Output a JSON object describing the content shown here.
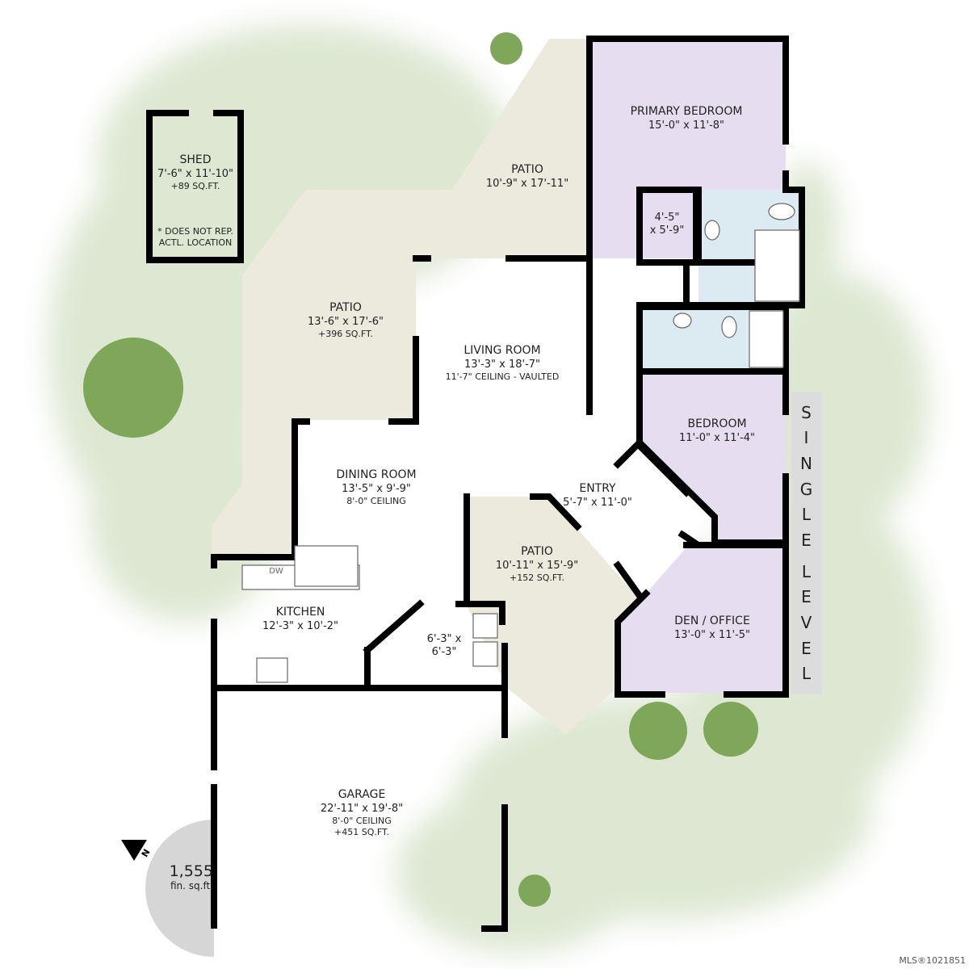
{
  "rooms": {
    "primary_bedroom": {
      "name": "PRIMARY BEDROOM",
      "dims": "15'-0\" x 11'-8\""
    },
    "bath_closet": {
      "dims_a": "4'-5\"",
      "dims_b": "x 5'-9\""
    },
    "patio_top": {
      "name": "PATIO",
      "dims": "10'-9\" x 17'-11\""
    },
    "patio_left": {
      "name": "PATIO",
      "dims": "13'-6\" x 17'-6\"",
      "area": "+396 SQ.FT."
    },
    "living_room": {
      "name": "LIVING ROOM",
      "dims": "13'-3\" x 18'-7\"",
      "ceiling": "11'-7\" CEILING - VAULTED"
    },
    "dining_room": {
      "name": "DINING ROOM",
      "dims": "13'-5\" x 9'-9\"",
      "ceiling": "8'-0\" CEILING"
    },
    "entry": {
      "name": "ENTRY",
      "dims": "5'-7\" x 11'-0\""
    },
    "bedroom": {
      "name": "BEDROOM",
      "dims": "11'-0\" x 11'-4\""
    },
    "patio_mid": {
      "name": "PATIO",
      "dims": "10'-11\" x 15'-9\"",
      "area": "+152 SQ.FT."
    },
    "kitchen": {
      "name": "KITCHEN",
      "dims": "12'-3\" x 10'-2\"",
      "dw": "DW"
    },
    "laundry": {
      "dims_a": "6'-3\" x",
      "dims_b": "6'-3\""
    },
    "den": {
      "name": "DEN / OFFICE",
      "dims": "13'-0\" x 11'-5\""
    },
    "garage": {
      "name": "GARAGE",
      "dims": "22'-11\" x 19'-8\"",
      "ceiling": "8'-0\" CEILING",
      "area": "+451 SQ.FT."
    },
    "shed": {
      "name": "SHED",
      "dims": "7'-6\" x 11'-10\"",
      "area": "+89 SQ.FT.",
      "note1": "* DOES NOT REP.",
      "note2": "ACTL. LOCATION"
    }
  },
  "level_label": [
    "S",
    "I",
    "N",
    "G",
    "L",
    "E",
    "",
    "L",
    "E",
    "V",
    "E",
    "L"
  ],
  "summary": {
    "sqft": "1,555",
    "unit": "fin. sq.ft.",
    "north": "N"
  },
  "watermark": "MLS®1021851",
  "colors": {
    "bedroom": "#e6def0",
    "patio": "#ece9dd",
    "bath": "#dcebf2",
    "wall": "#000000",
    "foliage": "#dfe8d4"
  }
}
